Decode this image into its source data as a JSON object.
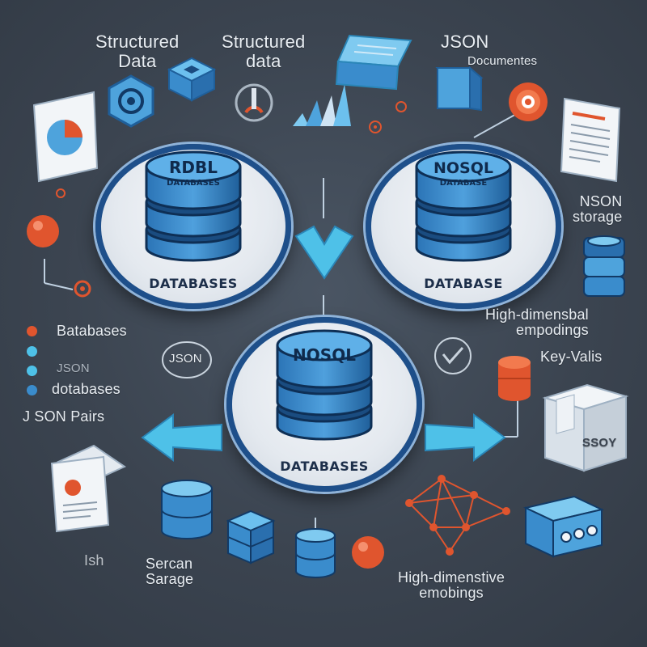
{
  "labels": {
    "structured_data_1": "Structured\nData",
    "structured_data_2": "Structured\ndata",
    "json_title": "JSON",
    "json_subtitle": "Documentes",
    "nson_storage": "NSON\nstorage",
    "high_dim_right": "High-dimensbal\nempodings",
    "key_value": "Key-Valis",
    "legend_databases": "Batabases",
    "legend_json": "JSON",
    "legend_dotabases": "dotabases",
    "json_pairs": "J SON Pairs",
    "search_storage": "Sercan\nSarage",
    "high_dim_bottom": "High-dimenstive\nemobings",
    "json_badge": "JSON",
    "ssor_box": "SSOY",
    "ish_text": "Ish"
  },
  "nodes": {
    "rdbl": {
      "top": "RDBL",
      "sub": "DATABASES",
      "caption": "DATABASES"
    },
    "nosql_right": {
      "top": "NOSQL",
      "sub": "DATABASE",
      "caption": "DATABASE"
    },
    "nosql_center": {
      "top": "NOSQL",
      "caption": "DATABASES"
    }
  },
  "colors": {
    "background": "#3b4450",
    "cylinder": "#3d8fd0",
    "cylinder_dark": "#1f5f9a",
    "accent_orange": "#e0552e",
    "accent_cyan": "#4ec1e8",
    "ring": "#1e4f8a"
  }
}
